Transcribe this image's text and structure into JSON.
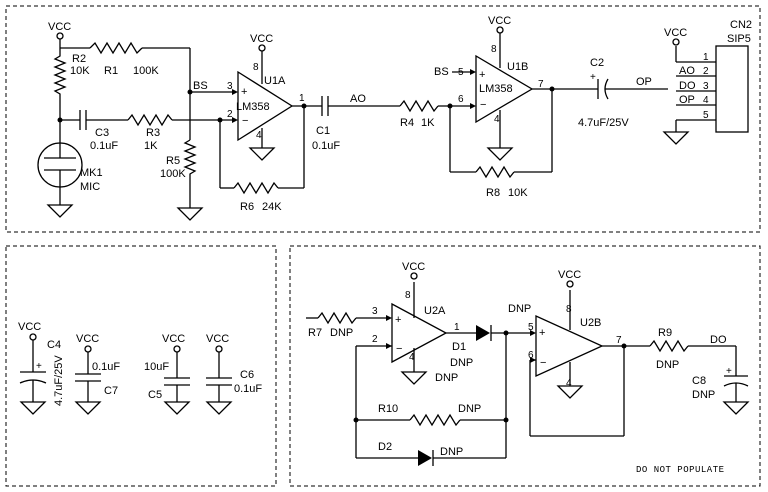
{
  "panels": {
    "main": {
      "vcc": "VCC",
      "r2": {
        "ref": "R2",
        "val": "10K"
      },
      "r1": {
        "ref": "R1",
        "val": "100K"
      },
      "c3": {
        "ref": "C3",
        "val": "0.1uF"
      },
      "r3": {
        "ref": "R3",
        "val": "1K"
      },
      "r5": {
        "ref": "R5",
        "val": "100K"
      },
      "mic": {
        "ref": "MK1",
        "val": "MIC"
      },
      "bs": "BS",
      "u1a": {
        "ref": "U1A",
        "part": "LM358",
        "p3": "3",
        "p2": "2",
        "p1": "1",
        "p8": "8",
        "p4": "4"
      },
      "r6": {
        "ref": "R6",
        "val": "24K"
      },
      "c1": {
        "ref": "C1",
        "val": "0.1uF"
      },
      "ao": "AO",
      "r4": {
        "ref": "R4",
        "val": "1K"
      },
      "u1b": {
        "ref": "U1B",
        "part": "LM358",
        "p5": "5",
        "p6": "6",
        "p7": "7",
        "p8": "8",
        "p4": "4"
      },
      "r8": {
        "ref": "R8",
        "val": "10K"
      },
      "c2": {
        "ref": "C2",
        "val": "4.7uF/25V"
      },
      "op": "OP",
      "cn2": {
        "ref": "CN2",
        "type": "SIP5",
        "pins": [
          "1",
          "2",
          "3",
          "4",
          "5"
        ],
        "labels": [
          "AO",
          "DO",
          "OP"
        ]
      }
    },
    "caps": {
      "vcc": "VCC",
      "c4": {
        "ref": "C4",
        "val": "4.7uF/25V"
      },
      "c7": {
        "ref": "C7",
        "val": "0.1uF"
      },
      "c5": {
        "ref": "C5",
        "val": "10uF"
      },
      "c6": {
        "ref": "C6",
        "val": "0.1uF"
      }
    },
    "dnp": {
      "vcc": "VCC",
      "r7": {
        "ref": "R7",
        "val": "DNP"
      },
      "u2a": {
        "ref": "U2A",
        "p3": "3",
        "p2": "2",
        "p1": "1",
        "p8": "8",
        "p4": "4"
      },
      "d1": {
        "ref": "D1",
        "val": "DNP"
      },
      "d1dnp2": "DNP",
      "dnp_top": "DNP",
      "u2b": {
        "ref": "U2B",
        "p5": "5",
        "p6": "6",
        "p7": "7",
        "p8": "8",
        "p4": "4"
      },
      "r9": {
        "ref": "R9",
        "val": "DNP"
      },
      "do": "DO",
      "c8": {
        "ref": "C8",
        "val": "DNP"
      },
      "r10": {
        "ref": "R10",
        "val": "DNP"
      },
      "d2": {
        "ref": "D2",
        "val": "DNP"
      },
      "note": "DO NOT POPULATE"
    }
  }
}
